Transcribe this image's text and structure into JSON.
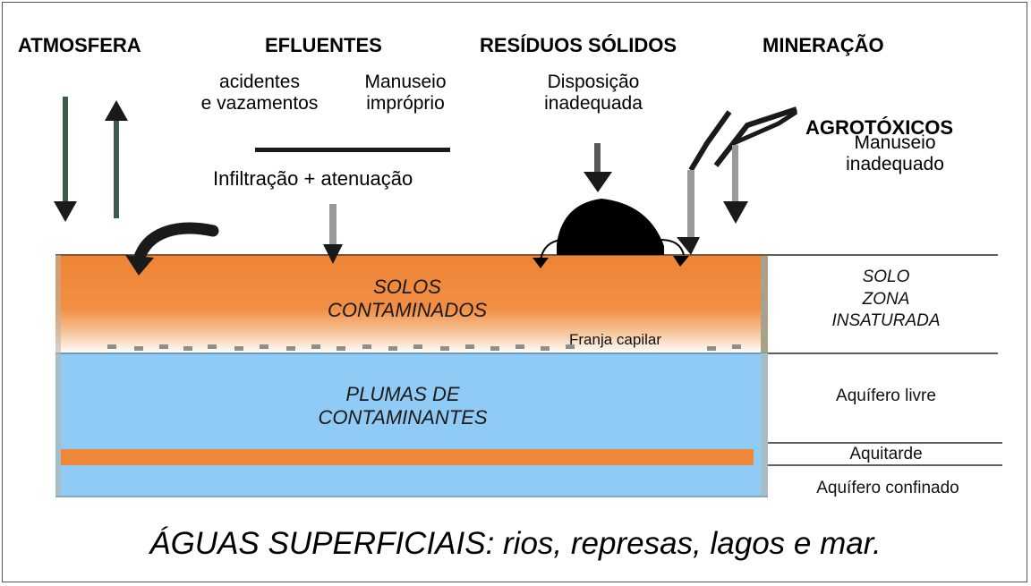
{
  "sources": {
    "atmosfera": "ATMOSFERA",
    "efluentes": "EFLUENTES",
    "residuos": "RESÍDUOS SÓLIDOS",
    "mineracao": "MINERAÇÃO",
    "agrotoxicos": "AGROTÓXICOS"
  },
  "subs": {
    "acidentes_1": "acidentes",
    "acidentes_2": "e vazamentos",
    "manuseio_1": "Manuseio",
    "manuseio_2": "impróprio",
    "disposicao_1": "Disposição",
    "disposicao_2": "inadequada",
    "agro_1": "Manuseio",
    "agro_2": "inadequado",
    "infiltracao": "Infiltração + atenuação"
  },
  "layers": {
    "solos_1": "SOLOS",
    "solos_2": "CONTAMINADOS",
    "franja": "Franja capilar",
    "plumas_1": "PLUMAS DE",
    "plumas_2": "CONTAMINANTES"
  },
  "zones": {
    "solo_1": "SOLO",
    "solo_2": "ZONA",
    "solo_3": "INSATURADA",
    "livre": "Aquífero livre",
    "aquitarde": "Aquitarde",
    "confinado": "Aquífero confinado"
  },
  "bottom_caption": "ÁGUAS SUPERFICIAIS: rios, represas, lagos e mar.",
  "colors": {
    "soil": "#f0883a",
    "aquifer": "#8fcbf5",
    "aquitard": "#f0883a",
    "arrow": "#2f4f3f",
    "waste": "#000000"
  }
}
